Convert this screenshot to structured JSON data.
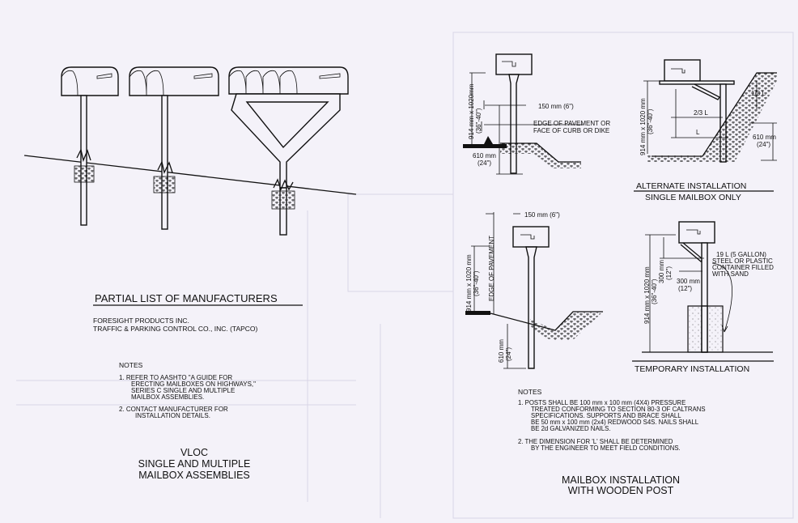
{
  "left_sheet": {
    "manufacturers_heading": "PARTIAL LIST OF MANUFACTURERS",
    "manufacturers": [
      "FORESIGHT PRODUCTS INC.",
      "TRAFFIC & PARKING CONTROL CO., INC. (TAPCO)"
    ],
    "notes_heading": "NOTES",
    "notes": [
      [
        "1. REFER TO AASHTO \"A GUIDE FOR",
        "ERECTING MAILBOXES ON HIGHWAYS,\"",
        "SERIES C SINGLE AND MULTIPLE",
        "MAILBOX ASSEMBLIES."
      ],
      [
        "2. CONTACT MANUFACTURER FOR",
        "INSTALLATION DETAILS."
      ]
    ],
    "title": [
      "VLOC",
      "SINGLE AND MULTIPLE",
      "MAILBOX ASSEMBLIES"
    ]
  },
  "right_sheet": {
    "detail_standard": {
      "height_dim": [
        "914 mm x 1020mm",
        "(36\"-40\")"
      ],
      "offset_dim": "150 mm (6\")",
      "edge_label": [
        "EDGE OF PAVEMENT OR",
        "FACE OF CURB OR DIKE"
      ],
      "embed_dim": [
        "610 mm",
        "(24\")"
      ]
    },
    "detail_alternate": {
      "height_dim": [
        "914 mm x 1020 mm",
        "(36\"-40\")"
      ],
      "third_label": "1/3 L",
      "two_third_label": "2/3 L",
      "l_label": "L",
      "embed_dim": [
        "610 mm",
        "(24\")"
      ],
      "title": [
        "ALTERNATE INSTALLATION",
        "SINGLE MAILBOX ONLY"
      ]
    },
    "detail_edge": {
      "offset_dim": "150 mm (6\")",
      "edge_label": "EDGE OF PAVEMENT",
      "height_dim": [
        "914 mm x 1020 mm",
        "(36\"-40\")"
      ],
      "embed_dim": [
        "610 mm",
        "(24\")"
      ]
    },
    "detail_temporary": {
      "vertical_dim": [
        "300 mm",
        "(12\")"
      ],
      "horizontal_dim": [
        "300 mm",
        "(12\")"
      ],
      "container_label": [
        "19 L (5 GALLON)",
        "STEEL OR PLASTIC",
        "CONTAINER FILLED",
        "WITH SAND"
      ],
      "height_dim": [
        "914 mm x 1020 mm",
        "(36\"-40\")"
      ],
      "title": "TEMPORARY INSTALLATION"
    },
    "notes_heading": "NOTES",
    "notes": [
      [
        "1. POSTS SHALL BE 100 mm x 100 mm (4X4) PRESSURE",
        "TREATED CONFORMING TO SECTION 80-3 OF CALTRANS",
        "SPECIFICATIONS. SUPPORTS AND BRACE SHALL",
        "BE 50 mm x 100 mm (2x4) REDWOOD S4S. NAILS SHALL",
        "BE 2d GALVANIZED NAILS."
      ],
      [
        "2. THE DIMENSION FOR 'L' SHALL BE DETERMINED",
        "BY THE ENGINEER TO MEET FIELD CONDITIONS."
      ]
    ],
    "title": [
      "MAILBOX INSTALLATION",
      "WITH WOODEN POST"
    ]
  }
}
